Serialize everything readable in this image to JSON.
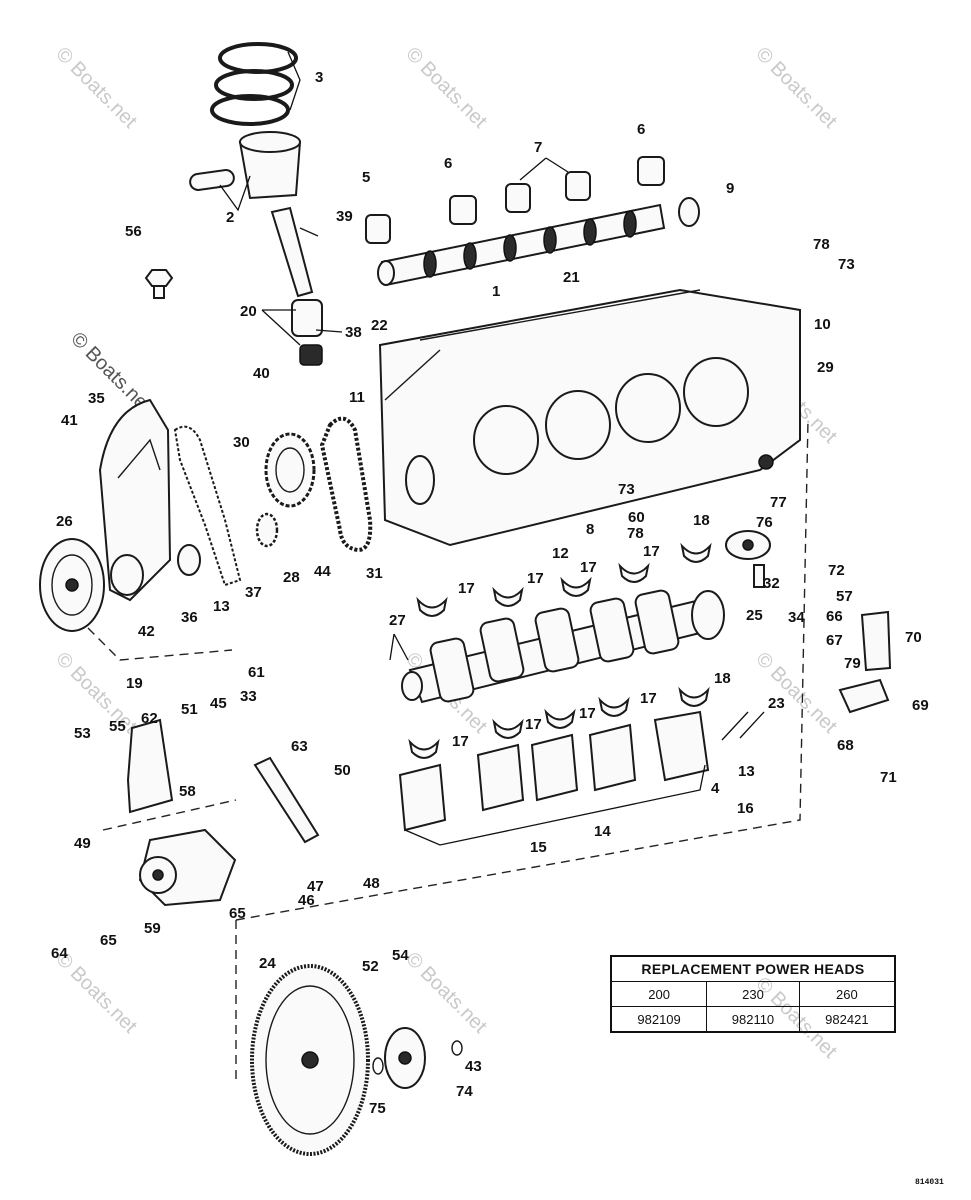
{
  "watermark": "© Boats.net",
  "document_code": "814031",
  "replacement_table": {
    "title": "REPLACEMENT POWER HEADS",
    "columns": [
      {
        "label": "200",
        "part_number": "982109"
      },
      {
        "label": "230",
        "part_number": "982110"
      },
      {
        "label": "260",
        "part_number": "982421"
      }
    ]
  },
  "callouts": [
    "1",
    "2",
    "3",
    "4",
    "5",
    "6",
    "6",
    "7",
    "8",
    "9",
    "10",
    "11",
    "12",
    "13",
    "13",
    "14",
    "15",
    "16",
    "17",
    "17",
    "17",
    "17",
    "17",
    "17",
    "17",
    "17",
    "18",
    "18",
    "19",
    "20",
    "21",
    "22",
    "23",
    "24",
    "25",
    "26",
    "27",
    "28",
    "29",
    "30",
    "31",
    "32",
    "33",
    "34",
    "35",
    "36",
    "37",
    "38",
    "39",
    "40",
    "41",
    "42",
    "43",
    "44",
    "45",
    "46",
    "47",
    "48",
    "49",
    "50",
    "51",
    "52",
    "53",
    "54",
    "55",
    "56",
    "57",
    "58",
    "59",
    "60",
    "61",
    "62",
    "63",
    "64",
    "65",
    "65",
    "66",
    "67",
    "68",
    "69",
    "70",
    "71",
    "72",
    "73",
    "73",
    "74",
    "75",
    "76",
    "77",
    "78",
    "78",
    "79"
  ]
}
